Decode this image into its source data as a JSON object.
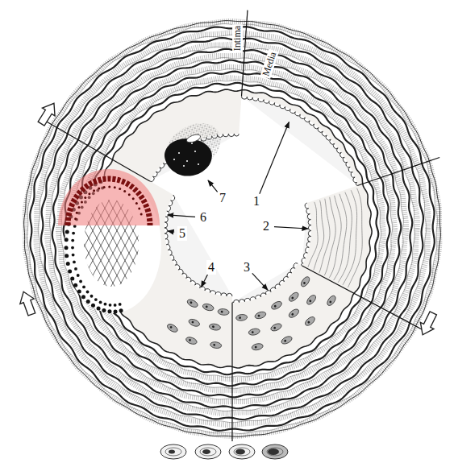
{
  "diagram": {
    "labels": [
      "Intima",
      "Media",
      "1",
      "2",
      "3",
      "4",
      "5",
      "6",
      "7"
    ]
  }
}
